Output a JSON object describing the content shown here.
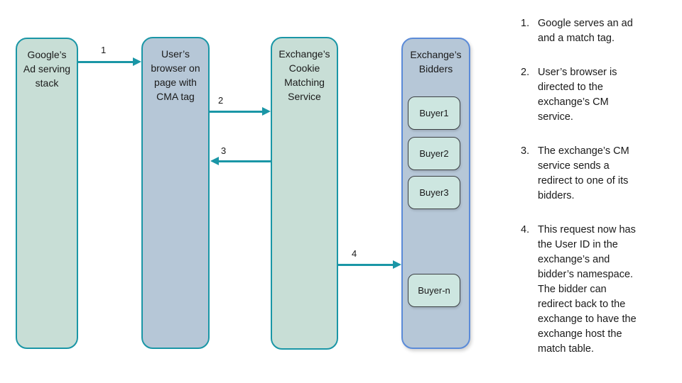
{
  "colors": {
    "teal": "#1a96a6",
    "green_fill": "#c8ded6",
    "blue_fill": "#b6c7d7",
    "blue_border": "#5b8bd8",
    "buyer_fill": "#cde6e0",
    "buyer_border": "#3c4043"
  },
  "diagram": {
    "nodes": [
      {
        "id": "google-ad-stack",
        "label": "Google’s\nAd serving\nstack"
      },
      {
        "id": "user-browser",
        "label": "User’s\nbrowser on\npage with\nCMA tag"
      },
      {
        "id": "cookie-matching-service",
        "label": "Exchange’s\nCookie\nMatching\nService"
      },
      {
        "id": "exchange-bidders",
        "label": "Exchange’s\nBidders"
      }
    ],
    "bidders": [
      "Buyer1",
      "Buyer2",
      "Buyer3",
      "Buyer-n"
    ],
    "arrows": [
      {
        "label": "1",
        "from": "google-ad-stack",
        "to": "user-browser"
      },
      {
        "label": "2",
        "from": "user-browser",
        "to": "cookie-matching-service"
      },
      {
        "label": "3",
        "from": "cookie-matching-service",
        "to": "user-browser"
      },
      {
        "label": "4",
        "from": "cookie-matching-service",
        "to": "exchange-bidders"
      }
    ]
  },
  "steps": [
    {
      "number": "1.",
      "text": "Google serves an ad\nand a match tag."
    },
    {
      "number": "2.",
      "text": "User’s browser is\ndirected to the\nexchange’s CM\nservice."
    },
    {
      "number": "3.",
      "text": "The exchange’s CM\nservice sends a\nredirect to one of its\nbidders."
    },
    {
      "number": "4.",
      "text": "This request now has\nthe User ID in the\nexchange’s and\nbidder’s namespace.\nThe bidder can\nredirect back to the\nexchange to have the\nexchange host the\nmatch table."
    }
  ]
}
